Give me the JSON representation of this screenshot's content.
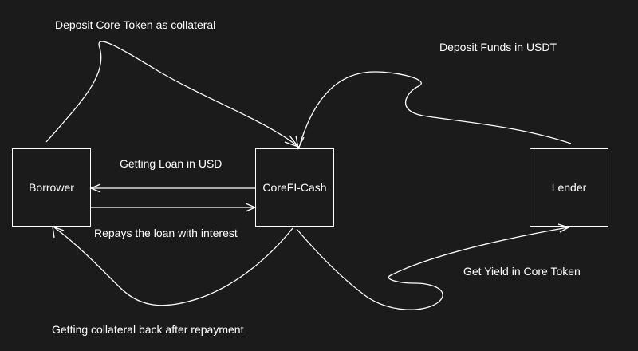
{
  "nodes": {
    "borrower": "Borrower",
    "corefi": "CoreFI-Cash",
    "lender": "Lender"
  },
  "edges": {
    "deposit_core": "Deposit Core Token as collateral",
    "deposit_usdt": "Deposit Funds in USDT",
    "loan": "Getting Loan in USD",
    "repay": "Repays the loan with interest",
    "collateral_back": "Getting collateral back after repayment",
    "yield": "Get Yield in Core Token"
  },
  "colors": {
    "background": "#1c1b1b",
    "stroke": "#ffffff",
    "text": "#ffffff"
  }
}
